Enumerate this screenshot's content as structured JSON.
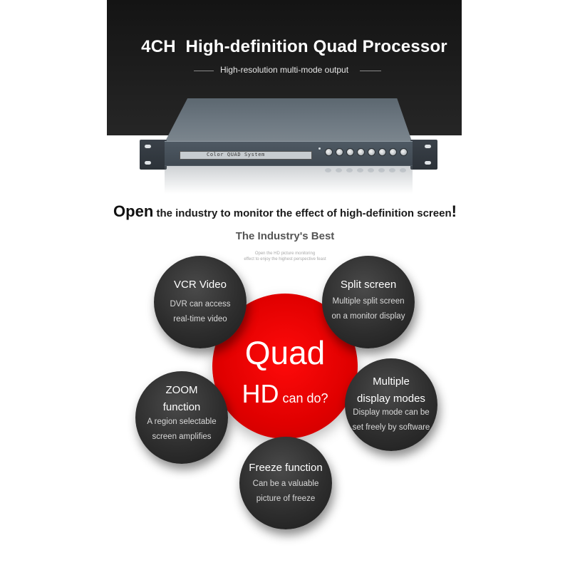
{
  "banner": {
    "title": "4CH  High-definition Quad Processor",
    "subtitle": "High-resolution multi-mode output"
  },
  "device": {
    "label": "Color QUAD System",
    "button_count": 8
  },
  "headline": {
    "open": "Open",
    "rest": " the industry to monitor the effect of high-definition screen",
    "bang": "!"
  },
  "section": {
    "title": "The Industry's Best",
    "note_line1": "Open the HD picture monitoring",
    "note_line2": "effect to enjoy the highest perspective feast"
  },
  "center": {
    "line1": "Quad",
    "hd": "HD",
    "cando": " can do?"
  },
  "features": {
    "vcr": {
      "title": "VCR Video",
      "line1": "DVR can access",
      "line2": "real-time video"
    },
    "split": {
      "title": "Split screen",
      "line1": "Multiple split screen",
      "line2": "on a monitor display"
    },
    "zoom": {
      "title1": "ZOOM",
      "title2": "function",
      "line1": "A region selectable",
      "line2": "screen amplifies"
    },
    "multi": {
      "title1": "Multiple",
      "title2": "display modes",
      "line1": "Display mode can be",
      "line2": "set freely by software"
    },
    "freeze": {
      "title": "Freeze function",
      "line1": "Can be a valuable",
      "line2": "picture of freeze"
    }
  },
  "colors": {
    "accent_red": "#e00000",
    "dark_circle": "#2e2e2e",
    "banner_bg": "#1c1c1c"
  }
}
